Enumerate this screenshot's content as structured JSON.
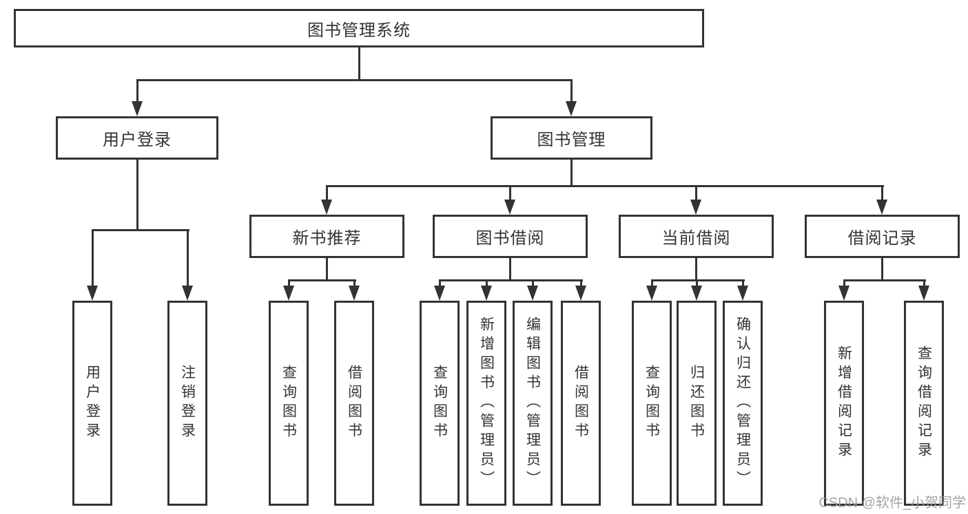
{
  "diagram": {
    "title": "图书管理系统",
    "level2": [
      {
        "label": "用户登录"
      },
      {
        "label": "图书管理"
      }
    ],
    "level3": [
      {
        "label": "新书推荐",
        "parent": "图书管理"
      },
      {
        "label": "图书借阅",
        "parent": "图书管理"
      },
      {
        "label": "当前借阅",
        "parent": "图书管理"
      },
      {
        "label": "借阅记录",
        "parent": "图书管理"
      }
    ],
    "leaves": [
      {
        "label": "用户登录",
        "parent": "用户登录"
      },
      {
        "label": "注销登录",
        "parent": "用户登录"
      },
      {
        "label": "查询图书",
        "parent": "新书推荐"
      },
      {
        "label": "借阅图书",
        "parent": "新书推荐"
      },
      {
        "label": "查询图书",
        "parent": "图书借阅"
      },
      {
        "label": "新增图书（管理员）",
        "parent": "图书借阅"
      },
      {
        "label": "编辑图书（管理员）",
        "parent": "图书借阅"
      },
      {
        "label": "借阅图书",
        "parent": "图书借阅"
      },
      {
        "label": "查询图书",
        "parent": "当前借阅"
      },
      {
        "label": "归还图书",
        "parent": "当前借阅"
      },
      {
        "label": "确认归还（管理员）",
        "parent": "当前借阅"
      },
      {
        "label": "新增借阅记录",
        "parent": "借阅记录"
      },
      {
        "label": "查询借阅记录",
        "parent": "借阅记录"
      }
    ]
  },
  "watermark": {
    "text": "CSDN @软件_小贺同学"
  },
  "colors": {
    "line": "#333333",
    "text": "#333333",
    "watermark": "#9b9b9b",
    "background": "#ffffff"
  }
}
